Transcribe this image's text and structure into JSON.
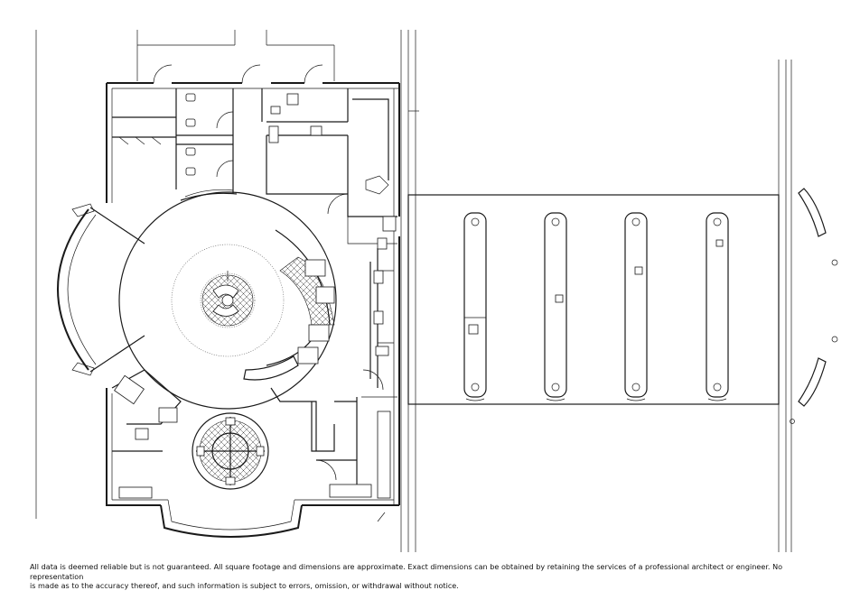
{
  "disclaimer": {
    "line1": "All data is deemed reliable but is not guaranteed.  All square footage and dimensions are approximate. Exact dimensions can be obtained by retaining the services of a professional architect or engineer. No representation",
    "line2": "is made as to the accuracy thereof, and such information is subject to errors, omission, or withdrawal without notice."
  },
  "plan": {
    "drive_thru_lanes": 4
  }
}
